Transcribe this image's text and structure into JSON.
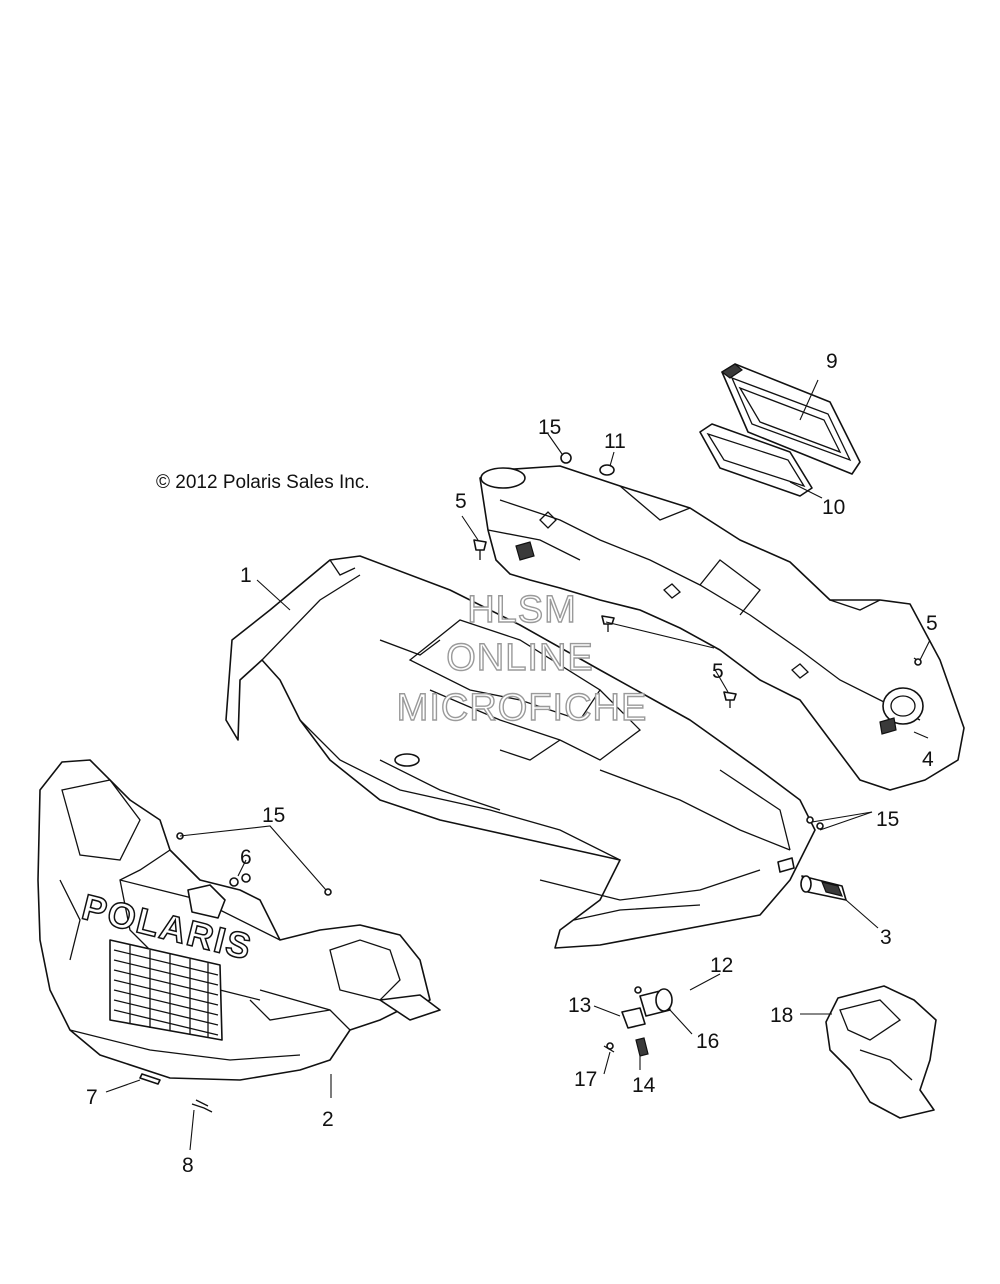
{
  "copyright": "© 2012 Polaris Sales Inc.",
  "watermark": [
    "HLSM",
    "ONLINE",
    "MICROFICHE"
  ],
  "logo_text": "POLARIS",
  "callouts": [
    "1",
    "2",
    "3",
    "4",
    "5",
    "5",
    "5",
    "5",
    "6",
    "7",
    "8",
    "9",
    "10",
    "11",
    "12",
    "13",
    "14",
    "15",
    "15",
    "15",
    "16",
    "17",
    "18"
  ]
}
